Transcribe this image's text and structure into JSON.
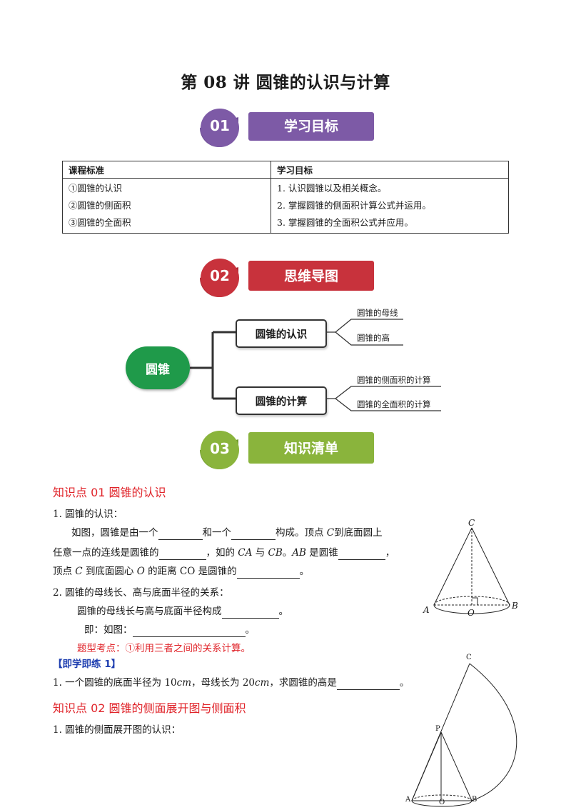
{
  "title": "第 08 讲  圆锥的认识与计算",
  "sections": [
    {
      "num": "01",
      "label": "学习目标",
      "color": "#7d5aa6"
    },
    {
      "num": "02",
      "label": "思维导图",
      "color": "#c8323c"
    },
    {
      "num": "03",
      "label": "知识清单",
      "color": "#8ab43c"
    }
  ],
  "table": {
    "headers": [
      "课程标准",
      "学习目标"
    ],
    "left": [
      "①圆锥的认识",
      "②圆锥的侧面积",
      "③圆锥的全面积"
    ],
    "right": [
      "1. 认识圆锥以及相关概念。",
      "2. 掌握圆锥的侧面积计算公式并运用。",
      "3. 掌握圆锥的全面积公式并应用。"
    ]
  },
  "mindmap": {
    "root": "圆锥",
    "branches": [
      {
        "label": "圆锥的认识",
        "leaves": [
          "圆锥的母线",
          "圆锥的高"
        ]
      },
      {
        "label": "圆锥的计算",
        "leaves": [
          "圆锥的侧面积的计算",
          "圆锥的全面积的计算"
        ]
      }
    ],
    "root_color": "#1f9a4a"
  },
  "kp1": {
    "heading": "知识点 01    圆锥的认识",
    "item1": "1. 圆锥的认识：",
    "p1a": "如图，圆锥是由一个",
    "p1b": "和一个",
    "p1c": "构成。顶点",
    "p1d": "到底面圆上",
    "p2a": "任意一点的连线是圆锥的",
    "p2b": "，如的",
    "p2c": "与",
    "p2d": "。",
    "p2e": "是圆锥",
    "p2f": "，",
    "p3a": "顶点",
    "p3b": "到底面圆心",
    "p3c": "的距离 CO 是圆锥的",
    "p3d": "。",
    "item2": "2. 圆锥的母线长、高与底面半径的关系：",
    "rel": "圆锥的母线长与高与底面半径构成",
    "rel_end": "。",
    "ji": "即：如图：",
    "ji_end": "。",
    "tip": "题型考点：①利用三者之间的关系计算。",
    "practice": "【即学即练 1】",
    "q1a": "1. 一个圆锥的底面半径为 10",
    "q1b": "，母线长为 20",
    "q1c": "，求圆锥的高是",
    "q1d": "。",
    "cm": "cm",
    "vars": {
      "C": "C",
      "CA": "CA",
      "CB": "CB",
      "AB": "AB",
      "O": "O"
    }
  },
  "kp2": {
    "heading": "知识点 02    圆锥的侧面展开图与侧面积",
    "item1": "1. 圆锥的侧面展开图的认识："
  },
  "fig1": {
    "C": "C",
    "A": "A",
    "B": "B",
    "O": "O"
  },
  "fig2": {
    "C": "C",
    "P": "P",
    "A": "A",
    "O": "O",
    "B": "B"
  }
}
